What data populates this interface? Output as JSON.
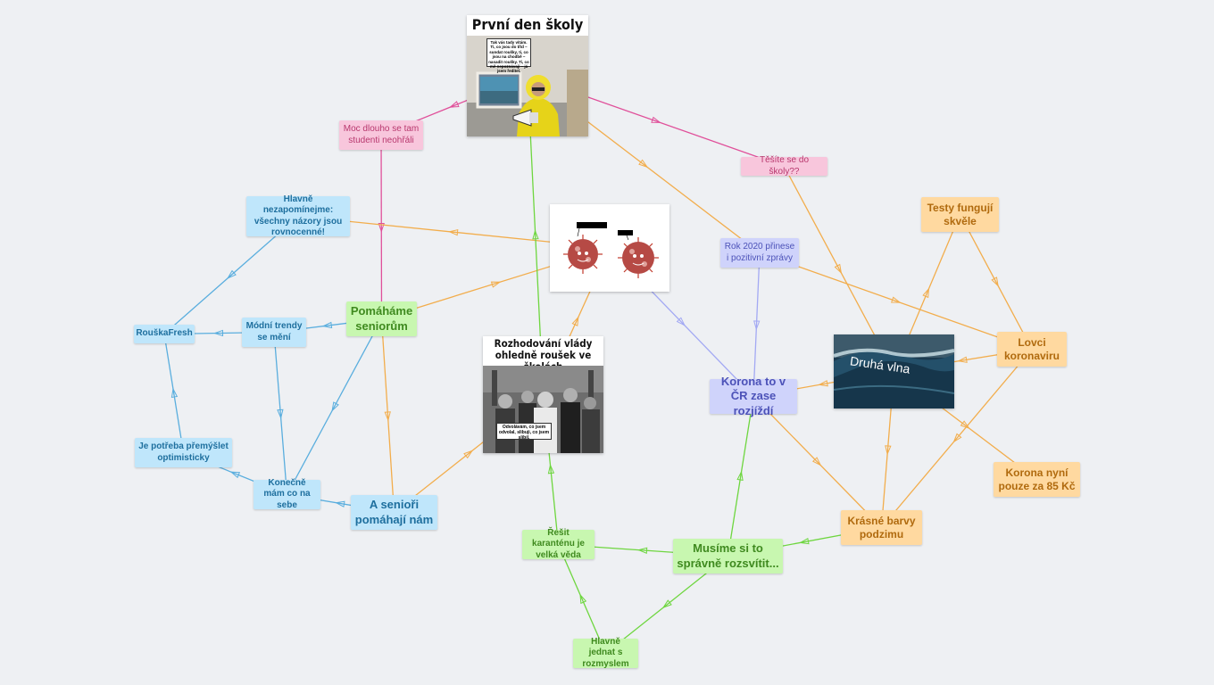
{
  "nodes": {
    "n_meme1_title": "První den školy",
    "n_meme1_caption": "Tak vás tady vítám. Ti, co jsou do tříd – sundat roušky, ti, co jsou na chodbě – nasadit roušky. Ti, co mě nepoznávají – já jsem ředitel.",
    "n_moc_dlouho": "Moc dlouho se tam studenti neohřáli",
    "n_tesite": "Těšíte se do školy??",
    "n_hlavne_nezapom": "Hlavně nezapomínejme: všechny názory jsou rovnocenné!",
    "n_testy": "Testy fungují skvěle",
    "n_rok2020": "Rok 2020 přinese i pozitivní zprávy",
    "n_pomahame": "Pomáháme seniorům",
    "n_rouskafresh": "RouškaFresh",
    "n_modni": "Módní trendy se mění",
    "n_meme2_title": "Rozhodování vlády ohledně roušek ve školách",
    "n_meme2_caption": "Odvolávám, co jsem odvolal, slibuji, co jsem slíbil.",
    "n_lovci": "Lovci koronaviru",
    "n_korona_cr": "Korona to v ČR zase rozjíždí",
    "n_druha_vlna": "Druhá vlna",
    "n_je_potreba": "Je potřeba přemýšlet optimisticky",
    "n_konecne": "Konečně mám co na sebe",
    "n_a_seniori": "A senioři pomáhají nám",
    "n_korona_nyni": "Korona nyní pouze za 85 Kč",
    "n_krasne": "Krásné barvy podzimu",
    "n_resit": "Řešit karanténu je velká věda",
    "n_musime": "Musíme si to správně rozsvítit...",
    "n_hlavne_jednat": "Hlavně jednat s rozmyslem"
  },
  "icons": {
    "meme1_image": "principal-with-megaphone-image",
    "virus_image": "two-coronavirus-cartoon-image",
    "meme2_image": "crowd-photo-image",
    "wave_image": "big-wave-image",
    "arrow": "arrowhead-icon"
  },
  "colors": {
    "background": "#eef0f3",
    "pink_edge": "#e0509a",
    "orange_edge": "#f2ad4c",
    "green_edge": "#6ed63f",
    "blue_edge": "#5aaede",
    "lavender_edge": "#a3a9f3"
  },
  "edges": [
    {
      "from": "n_meme1",
      "to": "n_moc_dlouho",
      "color": "pink"
    },
    {
      "from": "n_moc_dlouho",
      "to": "n_pomahame",
      "color": "pink"
    },
    {
      "from": "n_meme1",
      "to": "n_tesite",
      "color": "pink"
    },
    {
      "from": "n_meme1",
      "to": "n_rok2020",
      "color": "orange"
    },
    {
      "from": "n_virus",
      "to": "n_hlavne_nezapom",
      "color": "orange"
    },
    {
      "from": "n_pomahame",
      "to": "n_virus",
      "color": "orange"
    },
    {
      "from": "n_meme2",
      "to": "n_virus",
      "color": "orange"
    },
    {
      "from": "n_meme2",
      "to": "n_meme1",
      "color": "green"
    },
    {
      "from": "n_resit",
      "to": "n_meme2",
      "color": "green"
    },
    {
      "from": "n_hlavne_nezapom",
      "to": "n_rouskafresh",
      "color": "blue"
    },
    {
      "from": "n_modni",
      "to": "n_rouskafresh",
      "color": "blue"
    },
    {
      "from": "n_modni",
      "to": "n_konecne",
      "color": "blue"
    },
    {
      "from": "n_pomahame",
      "to": "n_konecne",
      "color": "blue"
    },
    {
      "from": "n_pomahame",
      "to": "n_modni",
      "color": "blue"
    },
    {
      "from": "n_je_potreba",
      "to": "n_rouskafresh",
      "color": "blue"
    },
    {
      "from": "n_konecne",
      "to": "n_je_potreba",
      "color": "blue"
    },
    {
      "from": "n_a_seniori",
      "to": "n_konecne",
      "color": "blue"
    },
    {
      "from": "n_pomahame",
      "to": "n_a_seniori",
      "color": "orange"
    },
    {
      "from": "n_a_seniori",
      "to": "n_meme2",
      "color": "orange"
    },
    {
      "from": "n_tesite",
      "to": "n_druha_vlna",
      "color": "orange"
    },
    {
      "from": "n_rok2020",
      "to": "n_korona_cr",
      "color": "lavender"
    },
    {
      "from": "n_virus",
      "to": "n_korona_cr",
      "color": "lavender"
    },
    {
      "from": "n_rok2020",
      "to": "n_lovci",
      "color": "orange"
    },
    {
      "from": "n_druha_vlna",
      "to": "n_korona_cr",
      "color": "orange"
    },
    {
      "from": "n_druha_vlna",
      "to": "n_testy",
      "color": "orange"
    },
    {
      "from": "n_testy",
      "to": "n_lovci",
      "color": "orange"
    },
    {
      "from": "n_lovci",
      "to": "n_druha_vlna",
      "color": "orange"
    },
    {
      "from": "n_druha_vlna",
      "to": "n_korona_nyni",
      "color": "orange"
    },
    {
      "from": "n_druha_vlna",
      "to": "n_krasne",
      "color": "orange"
    },
    {
      "from": "n_lovci",
      "to": "n_krasne",
      "color": "orange"
    },
    {
      "from": "n_korona_cr",
      "to": "n_krasne",
      "color": "orange"
    },
    {
      "from": "n_krasne",
      "to": "n_musime",
      "color": "green"
    },
    {
      "from": "n_musime",
      "to": "n_korona_cr",
      "color": "green"
    },
    {
      "from": "n_musime",
      "to": "n_resit",
      "color": "green"
    },
    {
      "from": "n_musime",
      "to": "n_hlavne_jednat",
      "color": "green"
    },
    {
      "from": "n_hlavne_jednat",
      "to": "n_resit",
      "color": "green"
    }
  ]
}
